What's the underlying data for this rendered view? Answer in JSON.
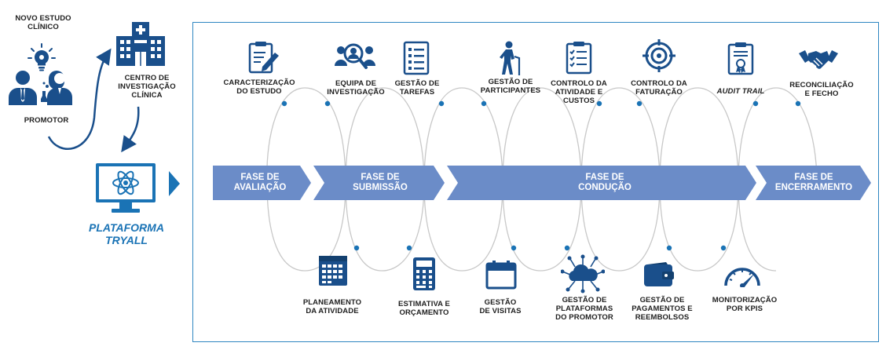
{
  "left_panel": {
    "new_study": [
      "NOVO ESTUDO",
      "CLÍNICO"
    ],
    "promoter": "PROMOTOR",
    "research_center": [
      "CENTRO DE",
      "INVESTIGAÇÃO",
      "CLÍNICA"
    ],
    "platform": [
      "PLATAFORMA",
      "TRYALL"
    ]
  },
  "phases": [
    {
      "lines": [
        "FASE DE",
        "AVALIAÇÃO"
      ]
    },
    {
      "lines": [
        "FASE DE",
        "SUBMISSÃO"
      ]
    },
    {
      "lines": [
        "FASE DE",
        "CONDUÇÃO"
      ]
    },
    {
      "lines": [
        "FASE DE",
        "ENCERRAMENTO"
      ]
    }
  ],
  "top_items": [
    {
      "lines": [
        "CARACTERIZAÇÃO",
        "DO ESTUDO"
      ],
      "icon": "clipboard-edit-icon"
    },
    {
      "lines": [
        "EQUIPA DE",
        "INVESTIGAÇÃO"
      ],
      "icon": "team-search-icon"
    },
    {
      "lines": [
        "GESTÃO DE",
        "TAREFAS"
      ],
      "icon": "checklist-icon"
    },
    {
      "lines": [
        "GESTÃO DE",
        "PARTICIPANTES"
      ],
      "icon": "elderly-person-icon"
    },
    {
      "lines": [
        "CONTROLO DA",
        "ATIVIDADE E",
        "CUSTOS"
      ],
      "icon": "clipboard-check-icon"
    },
    {
      "lines": [
        "CONTROLO DA",
        "FATURAÇÃO"
      ],
      "icon": "target-icon"
    },
    {
      "lines": [
        "AUDIT TRAIL"
      ],
      "icon": "certificate-icon"
    },
    {
      "lines": [
        "RECONCILIAÇÃO",
        "E FECHO"
      ],
      "icon": "handshake-icon"
    }
  ],
  "bottom_items": [
    {
      "lines": [
        "PLANEAMENTO",
        "DA ATIVIDADE"
      ],
      "icon": "calendar-grid-icon"
    },
    {
      "lines": [
        "ESTIMATIVA  E",
        "ORÇAMENTO"
      ],
      "icon": "calculator-icon"
    },
    {
      "lines": [
        "GESTÃO",
        "DE VISITAS"
      ],
      "icon": "calendar-icon"
    },
    {
      "lines": [
        "GESTÃO DE",
        "PLATAFORMAS",
        "DO PROMOTOR"
      ],
      "icon": "cloud-network-icon"
    },
    {
      "lines": [
        "GESTÃO DE",
        "PAGAMENTOS E",
        "REEMBOLSOS"
      ],
      "icon": "wallet-icon"
    },
    {
      "lines": [
        "MONITORIZAÇÃO",
        "POR KPIS"
      ],
      "icon": "gauge-icon"
    }
  ],
  "colors": {
    "phase_fill": "#6b8cc8",
    "icon": "#1a4f8b",
    "accent": "#1a73b5",
    "frame": "#2e86c1",
    "curve": "#c8c8c8",
    "dot": "#1a73b5"
  }
}
